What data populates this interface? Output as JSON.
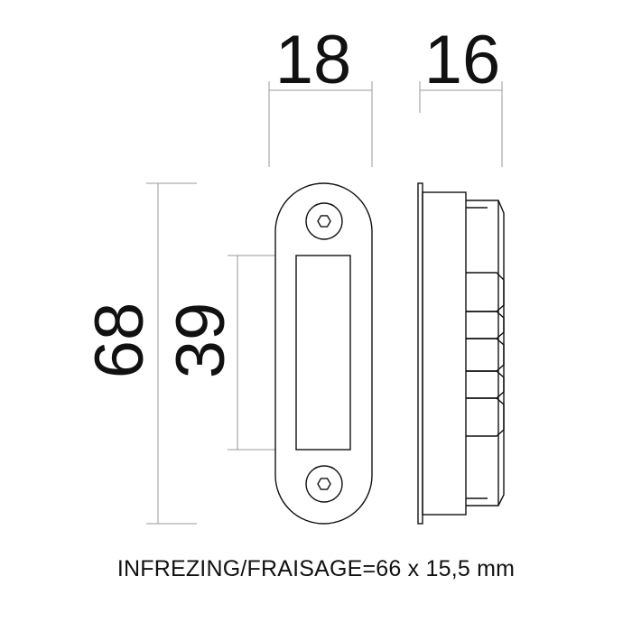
{
  "dimensions": {
    "width": "18",
    "depth": "16",
    "height": "68",
    "opening_height": "39"
  },
  "caption": "INFREZING/FRAISAGE=66 x 15,5 mm",
  "colors": {
    "line": "#111111",
    "dimension_line": "#999999",
    "background": "#ffffff"
  }
}
